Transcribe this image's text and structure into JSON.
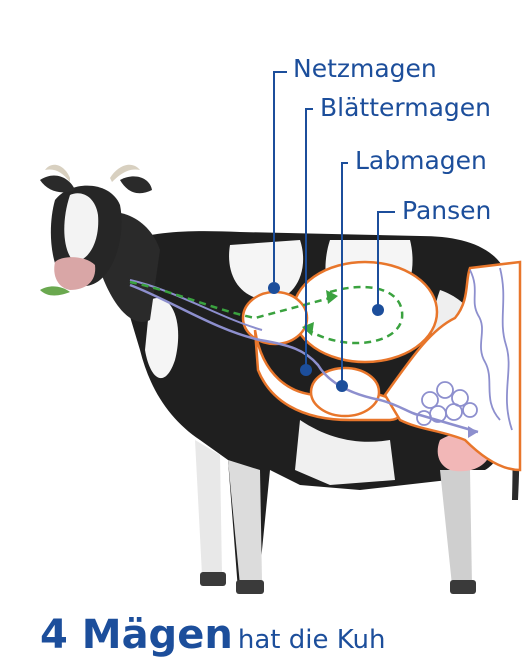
{
  "labels": {
    "netzmagen": "Netzmagen",
    "blaettermagen": "Blättermagen",
    "labmagen": "Labmagen",
    "pansen": "Pansen"
  },
  "caption": {
    "highlight": "4 Mägen",
    "rest": "hat die Kuh"
  },
  "colors": {
    "label_blue": "#1c4e9b",
    "outline_orange": "#e8762b",
    "flow_green": "#3aa23f",
    "flow_lavender": "#8d8fce"
  }
}
